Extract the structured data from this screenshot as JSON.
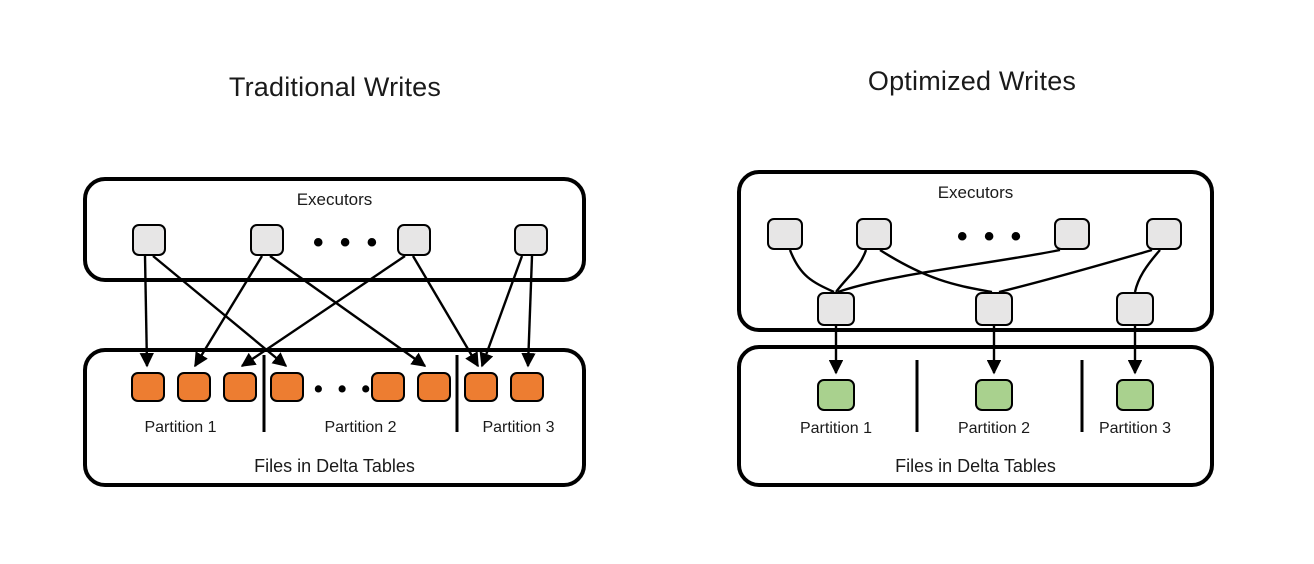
{
  "figure": {
    "kind": "comparison-diagram",
    "panels": [
      {
        "id": "traditional",
        "title": "Traditional Writes",
        "executors_group": {
          "label": "Executors",
          "node_count": 4,
          "ellipsis": "• • •"
        },
        "files_group": {
          "label": "Files in Delta Tables",
          "file_count": 8,
          "file_color": "#ED7D31",
          "ellipsis": "• • •",
          "partitions": [
            "Partition 1",
            "Partition 2",
            "Partition 3"
          ]
        },
        "arrow_count": 8
      },
      {
        "id": "optimized",
        "title": "Optimized Writes",
        "executors_group": {
          "label": "Executors",
          "node_count": 4,
          "shuffle_node_count": 3,
          "ellipsis": "• • •"
        },
        "files_group": {
          "label": "Files in Delta Tables",
          "file_count": 3,
          "file_color": "#A9D18E",
          "partitions": [
            "Partition 1",
            "Partition 2",
            "Partition 3"
          ]
        },
        "arrow_count": 3
      }
    ]
  },
  "colors": {
    "background": "#FFFFFF",
    "stroke": "#000000",
    "executor_node": "#E7E6E6",
    "traditional_file": "#ED7D31",
    "optimized_file": "#A9D18E",
    "text": "#1A1A1A"
  }
}
